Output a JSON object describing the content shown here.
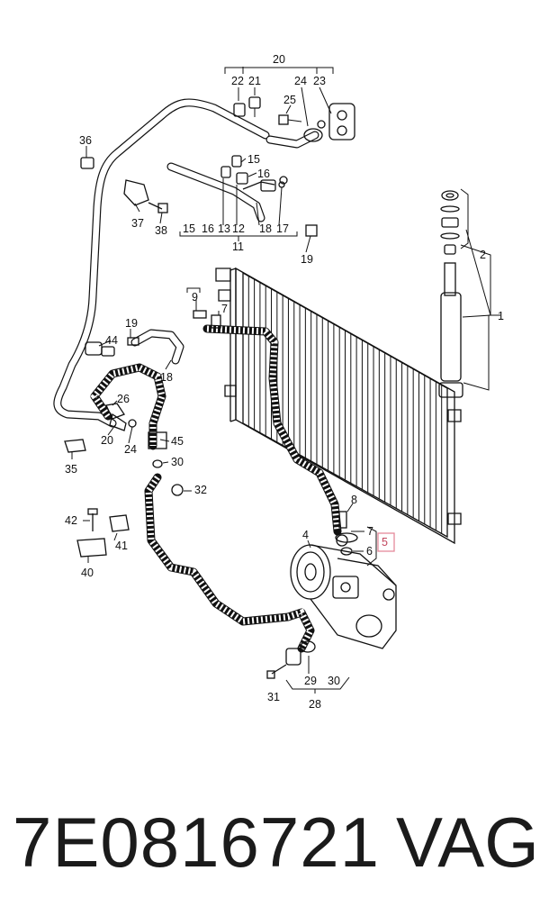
{
  "diagram": {
    "callouts": [
      "1",
      "2",
      "4",
      "5",
      "6",
      "7",
      "8",
      "9",
      "11",
      "12",
      "13",
      "15",
      "16",
      "17",
      "18",
      "19",
      "20",
      "21",
      "22",
      "23",
      "24",
      "25",
      "26",
      "28",
      "29",
      "30",
      "31",
      "32",
      "35",
      "36",
      "37",
      "38",
      "40",
      "41",
      "42",
      "44",
      "45"
    ],
    "group_labels": {
      "g20": "20",
      "g11": "11",
      "g28": "28",
      "g11_members": [
        "15",
        "16",
        "13",
        "12",
        "18",
        "17"
      ],
      "g20_members": [
        "22",
        "21",
        "24",
        "23"
      ],
      "g28_members": [
        "29",
        "30"
      ]
    },
    "highlighted_callout": "5",
    "highlight_color": "#e58a9a"
  },
  "footer": {
    "part_number": "7E0816721",
    "brand": "VAG"
  }
}
